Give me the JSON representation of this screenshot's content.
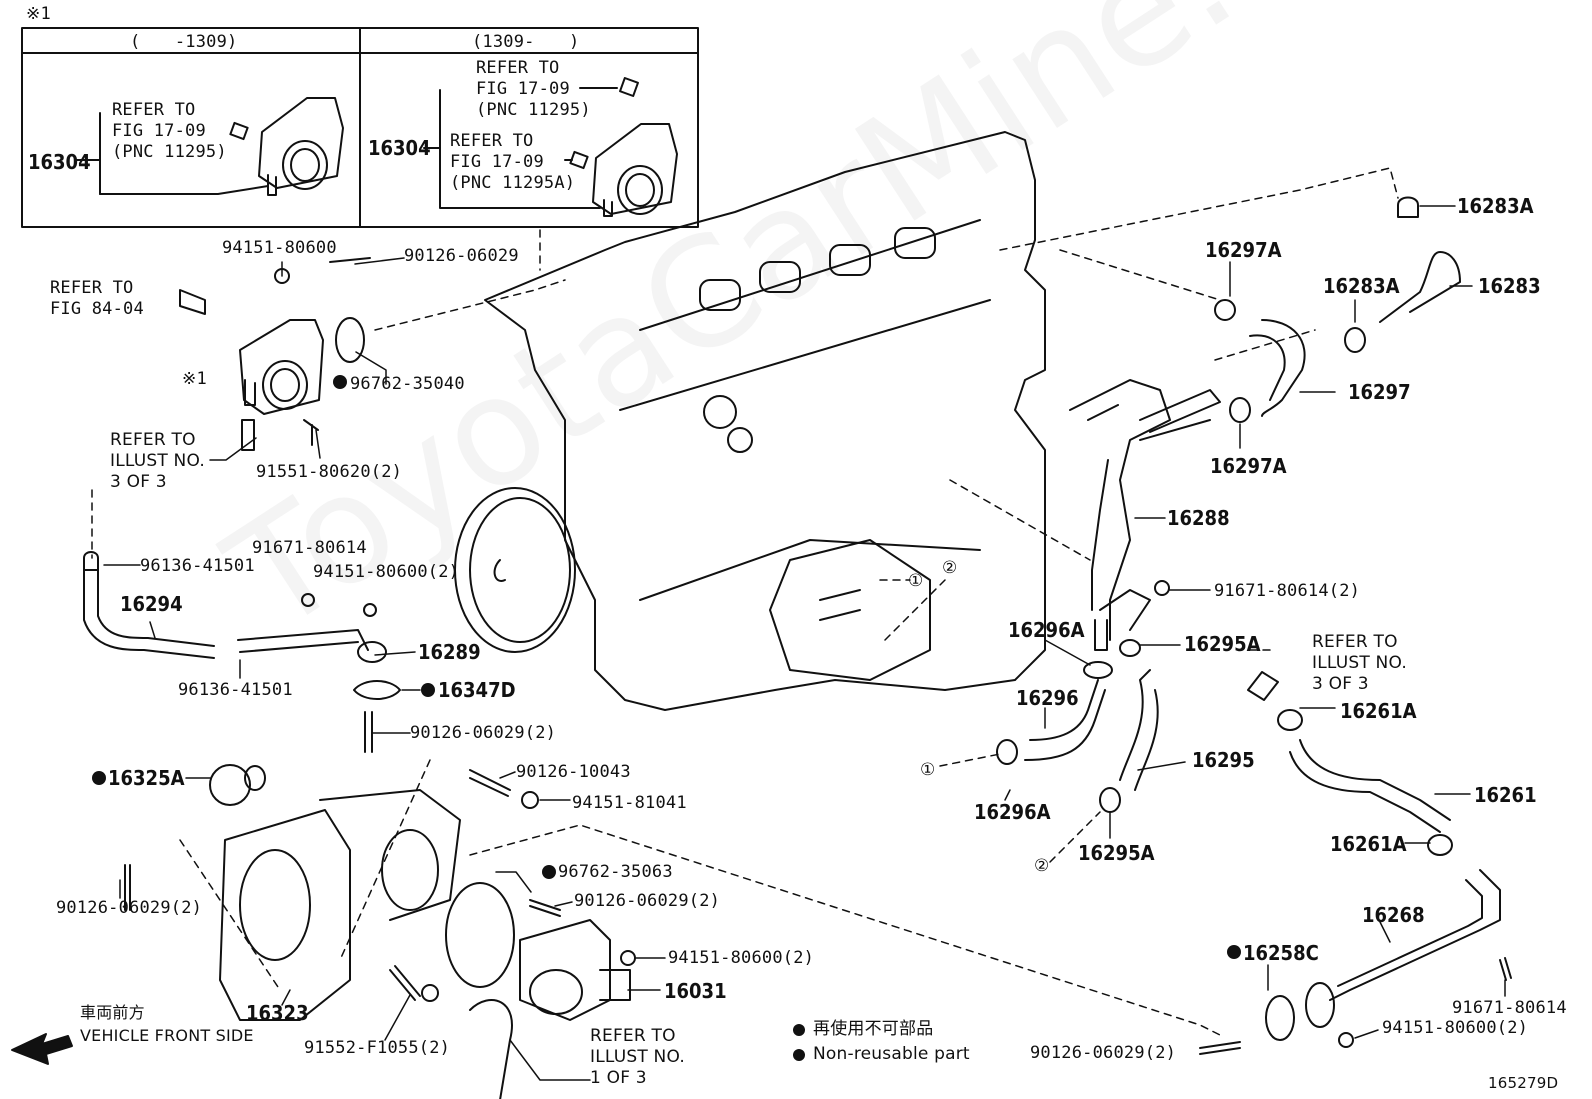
{
  "watermark": "ToyotaCarMine.ru",
  "figure_id": "165279D",
  "inset": {
    "mark": "※1",
    "left_header": "(　　-1309)",
    "right_header": "(1309-　　)",
    "left_part": "16304",
    "left_ref": "REFER TO\nFIG 17-09\n(PNC 11295)",
    "right_part": "16304",
    "right_ref_top": "REFER TO\nFIG 17-09\n(PNC 11295)",
    "right_ref_bottom": "REFER TO\nFIG 17-09\n(PNC 11295A)"
  },
  "legend": {
    "jp": "再使用不可部品",
    "en": "Non-reusable part",
    "direction_jp": "車両前方",
    "direction_en": "VEHICLE FRONT SIDE"
  },
  "callouts": {
    "n94151_80600": "94151-80600",
    "n90126_06029": "90126-06029",
    "ref_fig_84_04": "REFER TO\nFIG 84-04",
    "mark1": "※1",
    "n96762_35040": "96762-35040",
    "ref_illust_3_left": "REFER TO\nILLUST NO.\n3 OF 3",
    "n91551_80620": "91551-80620(2)",
    "n96136_41501_a": "96136-41501",
    "n91671_80614_a": "91671-80614",
    "n94151_80600_2a": "94151-80600(2)",
    "p16294": "16294",
    "p16289": "16289",
    "n96136_41501_b": "96136-41501",
    "p16347D": "16347D",
    "n90126_06029_2a": "90126-06029(2)",
    "p16325A": "16325A",
    "n90126_10043": "90126-10043",
    "n94151_81041": "94151-81041",
    "n90126_06029_2b": "90126-06029(2)",
    "n96762_35063": "96762-35063",
    "n90126_06029_2c": "90126-06029(2)",
    "n94151_80600_2b": "94151-80600(2)",
    "p16031": "16031",
    "p16323": "16323",
    "n91552_F1055": "91552-F1055(2)",
    "ref_illust_1": "REFER TO\nILLUST NO.\n1 OF 3",
    "p16283A_a": "16283A",
    "p16297A_a": "16297A",
    "p16283A_b": "16283A",
    "p16283": "16283",
    "p16297": "16297",
    "p16297A_b": "16297A",
    "p16288": "16288",
    "n91671_80614_2": "91671-80614(2)",
    "p16296A_a": "16296A",
    "p16295A_a": "16295A",
    "ref_illust_3_right": "REFER TO\nILLUST NO.\n3 OF 3",
    "p16296": "16296",
    "p16261A_a": "16261A",
    "p16295": "16295",
    "p16261": "16261",
    "circ1": "①",
    "circ2": "②",
    "p16296A_b": "16296A",
    "p16295A_b": "16295A",
    "p16261A_b": "16261A",
    "p16268": "16268",
    "p16258C": "16258C",
    "n91671_80614_b": "91671-80614",
    "n94151_80600_2c": "94151-80600(2)",
    "n90126_06029_2d": "90126-06029(2)"
  }
}
